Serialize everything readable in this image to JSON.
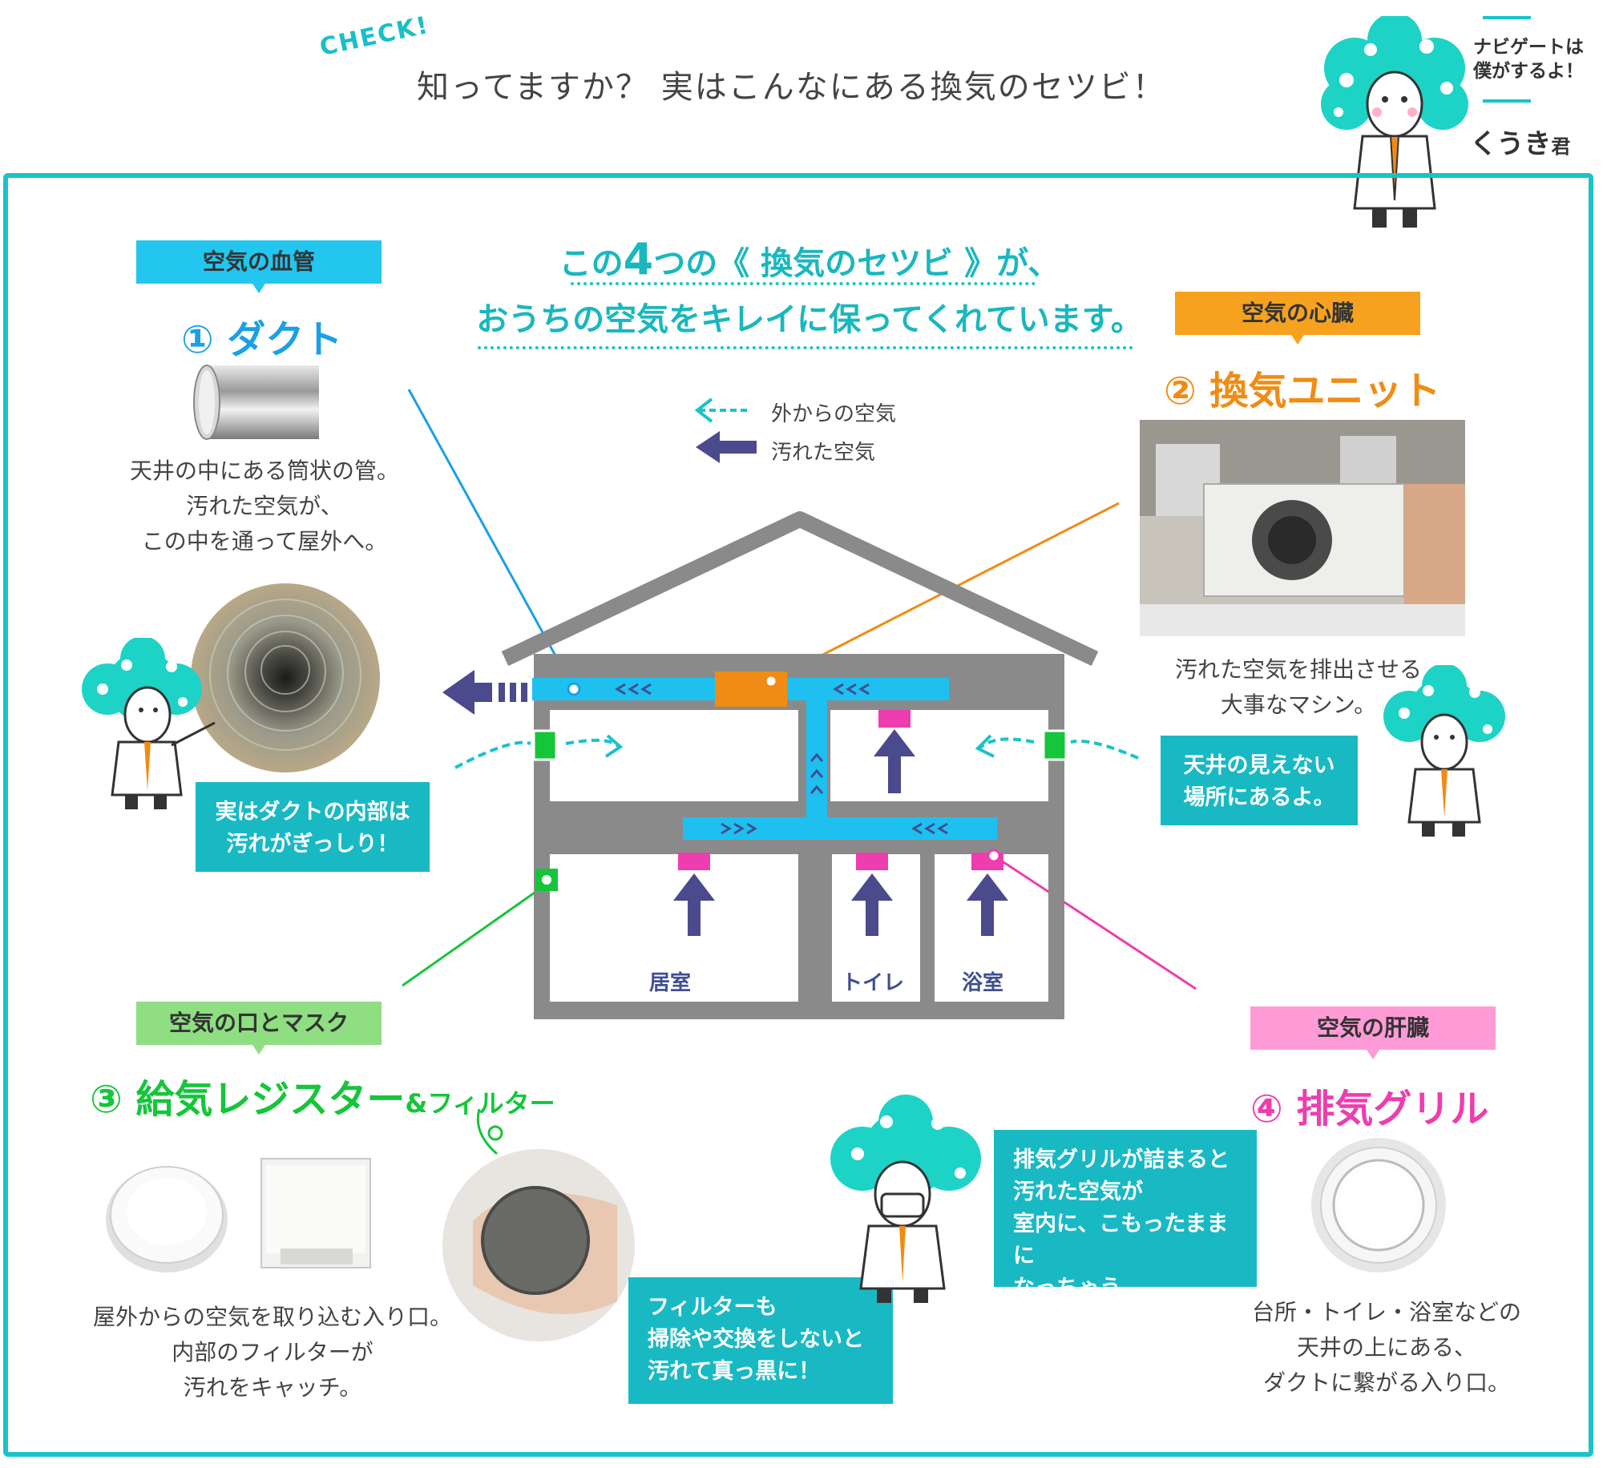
{
  "header": {
    "check": "CHECK!",
    "title": "知ってますか？ 実はこんなにある換気のセツビ！",
    "navi_line1": "ナビゲートは",
    "navi_line2": "僕がするよ！",
    "mascot_name": "くうき",
    "mascot_suffix": "君"
  },
  "lead": {
    "line1_pre": "この",
    "line1_num": "4",
    "line1_post": "つの《 換気のセツビ 》が、",
    "line2": "おうちの空気をキレイに保ってくれています。"
  },
  "legend": {
    "outside_air": "外からの空気",
    "dirty_air": "汚れた空気"
  },
  "rooms": {
    "living": "居室",
    "toilet": "トイレ",
    "bath": "浴室"
  },
  "duct": {
    "label": "空気の血管",
    "title": "① ダクト",
    "desc1": "天井の中にある筒状の管。",
    "desc2": "汚れた空気が、",
    "desc3": "この中を通って屋外へ。",
    "bubble1": "実はダクトの内部は",
    "bubble2": "汚れがぎっしり！"
  },
  "unit": {
    "label": "空気の心臓",
    "title": "② 換気ユニット",
    "desc1": "汚れた空気を排出させる",
    "desc2": "大事なマシン。",
    "bubble1": "天井の見えない",
    "bubble2": "場所にあるよ。"
  },
  "register": {
    "label": "空気の口とマスク",
    "title_main": "③ 給気レジスター",
    "title_sub": "&フィルター",
    "desc1": "屋外からの空気を取り込む入り口。",
    "desc2": "内部のフィルターが",
    "desc3": "汚れをキャッチ。",
    "bubble1": "フィルターも",
    "bubble2": "掃除や交換をしないと",
    "bubble3": "汚れて真っ黒に！"
  },
  "grill": {
    "label": "空気の肝臓",
    "title": "④ 排気グリル",
    "desc1": "台所・トイレ・浴室などの",
    "desc2": "天井の上にある、",
    "desc3": "ダクトに繋がる入り口。",
    "bubble1": "排気グリルが詰まると",
    "bubble2": "汚れた空気が",
    "bubble3": "室内に、こもったままに",
    "bubble4": "なっちゃう"
  },
  "colors": {
    "frame": "#19c3c9",
    "duct_blue": "#1aa0e6",
    "unit_orange": "#f08c14",
    "register_green": "#15c53a",
    "grill_pink": "#ee3dae",
    "house_gray": "#8a8a8a",
    "dirty_arrow": "#4a4a8c"
  }
}
